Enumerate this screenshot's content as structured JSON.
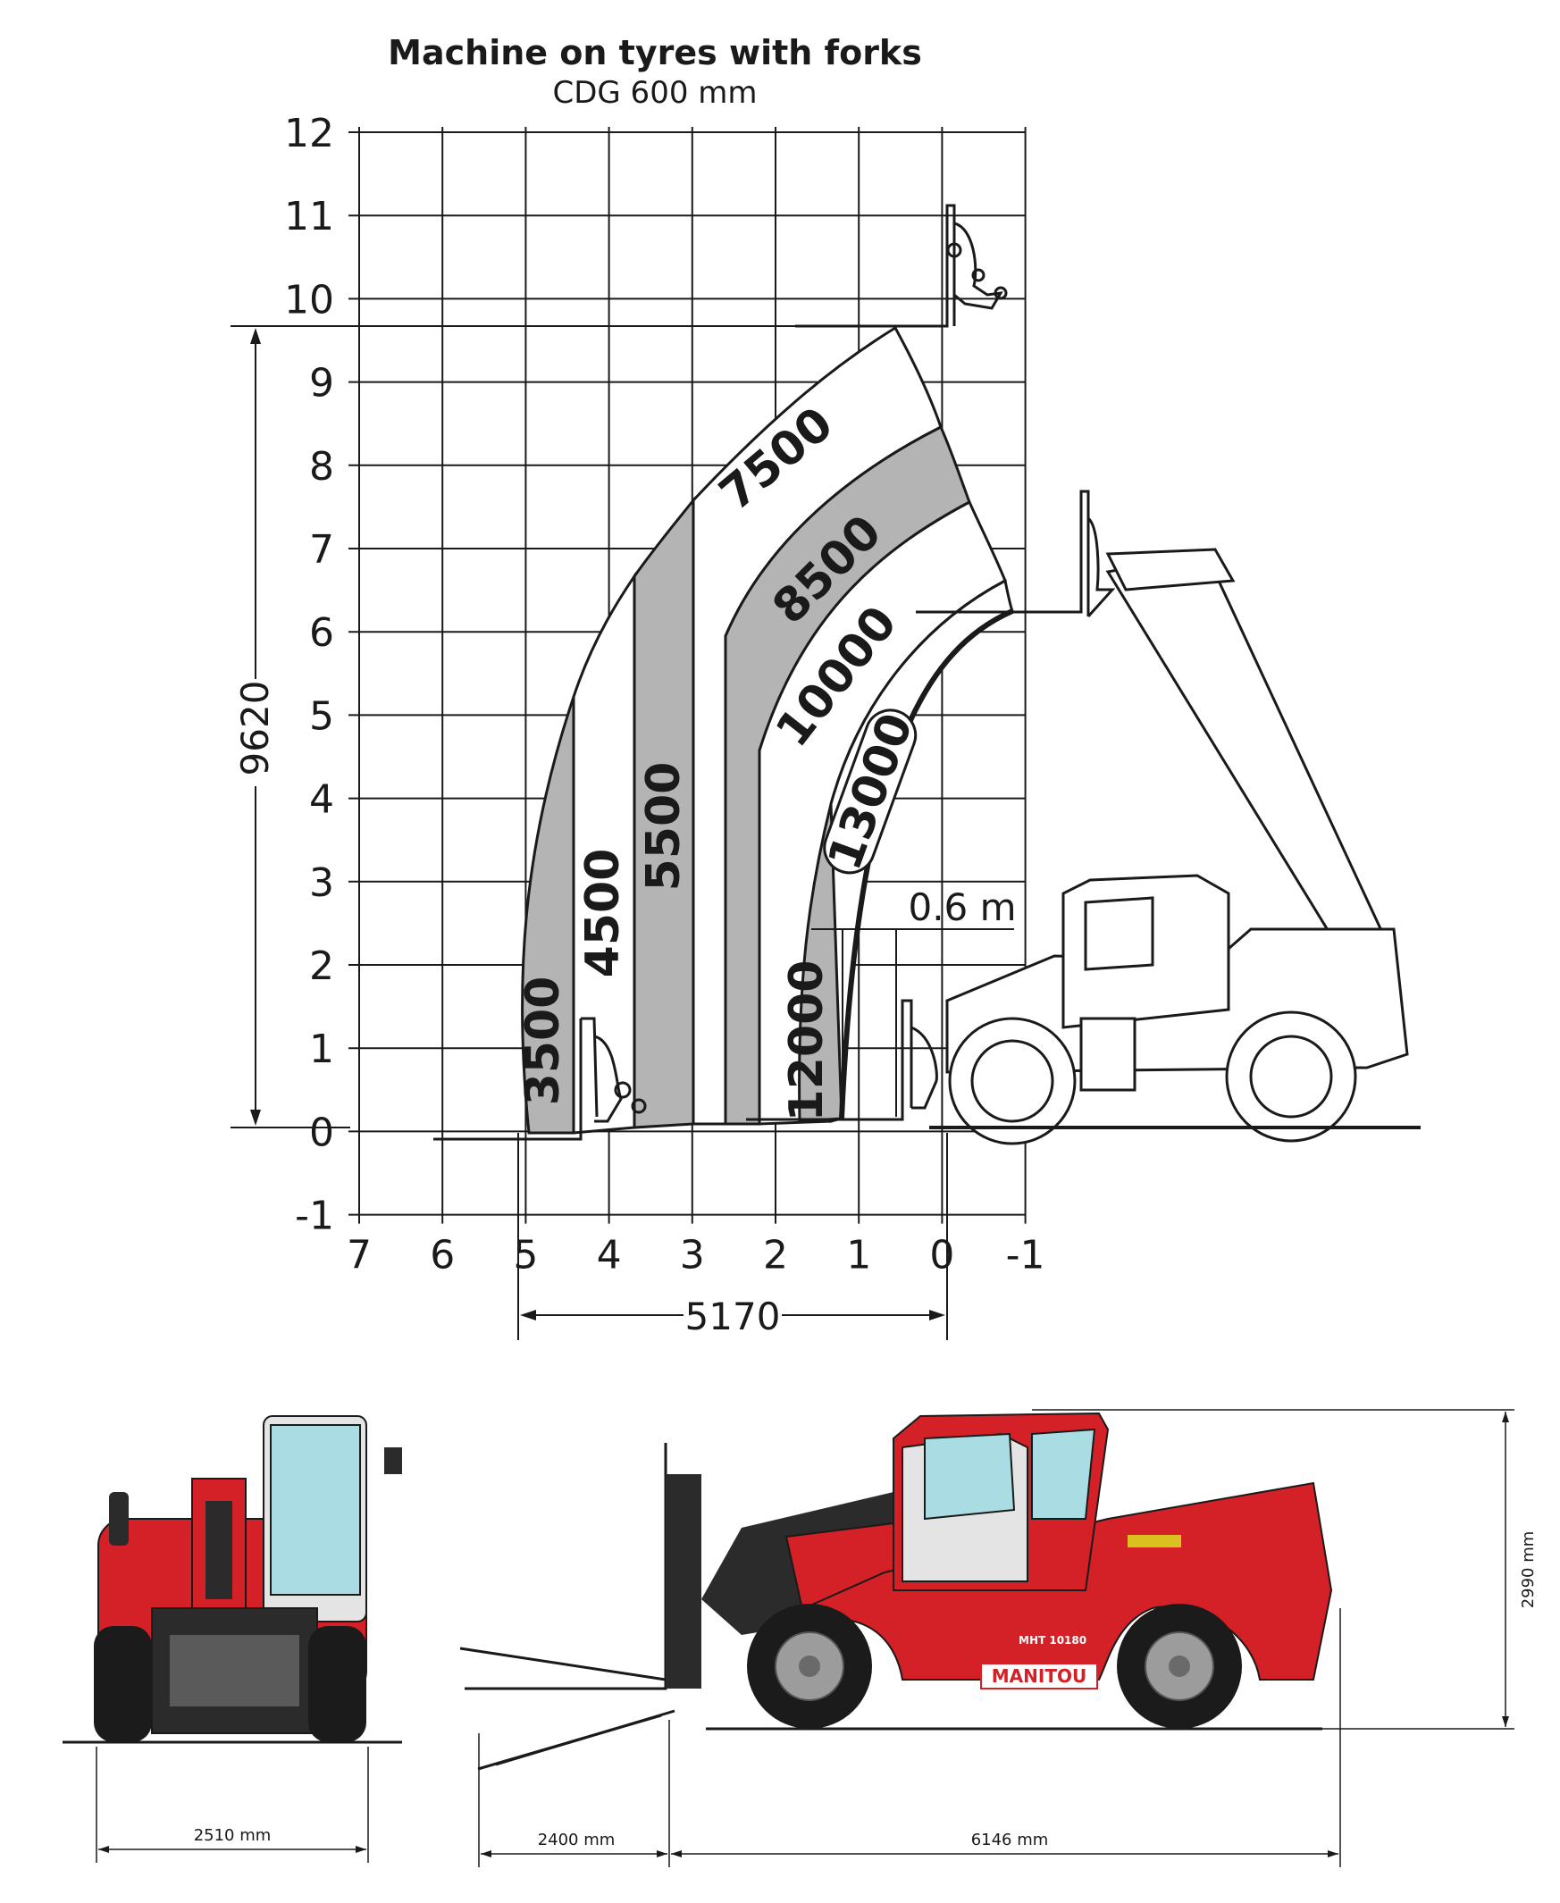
{
  "load_chart": {
    "title": "Machine on tyres with forks",
    "subtitle": "CDG 600 mm",
    "x_ticks": [
      "7",
      "6",
      "5",
      "4",
      "3",
      "2",
      "1",
      "0",
      "-1"
    ],
    "y_ticks": [
      "12",
      "11",
      "10",
      "9",
      "8",
      "7",
      "6",
      "5",
      "4",
      "3",
      "2",
      "1",
      "0",
      "-1"
    ],
    "zones": [
      {
        "label": "3500",
        "fill": "#b4b4b4"
      },
      {
        "label": "4500",
        "fill": "#ffffff"
      },
      {
        "label": "5500",
        "fill": "#b4b4b4"
      },
      {
        "label": "7500",
        "fill": "#ffffff"
      },
      {
        "label": "8500",
        "fill": "#b4b4b4"
      },
      {
        "label": "10000",
        "fill": "#ffffff"
      },
      {
        "label": "12000",
        "fill": "#b4b4b4"
      },
      {
        "label": "13000",
        "fill": "#ffffff"
      }
    ],
    "max_height_dim": "9620",
    "max_reach_dim": "5170",
    "offset_dim": "0.6 m"
  },
  "views": {
    "front_width": "2510 mm",
    "fork_length": "2400 mm",
    "machine_length": "6146 mm",
    "machine_height": "2990 mm",
    "brand": "MANITOU",
    "model": "MHT 10180",
    "colors": {
      "body": "#d42027",
      "dark": "#2b2b2b",
      "glass": "#a9dde3",
      "cab": "#e4e4e4",
      "tyre": "#1b1b1b",
      "rim": "#9c9c9c"
    }
  }
}
